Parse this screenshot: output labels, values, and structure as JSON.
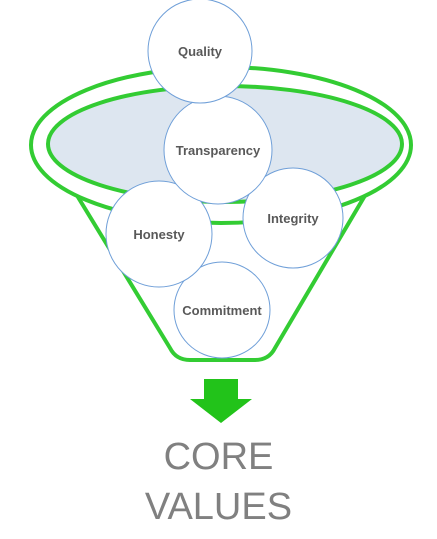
{
  "colors": {
    "funnel_stroke": "#33cc33",
    "funnel_fill": "#ffffff",
    "funnel_opening_fill": "#dde6f0",
    "circle_stroke": "#6f9fd8",
    "circle_fill": "#ffffff",
    "label_color": "#595959",
    "arrow_fill": "#22c31a",
    "result_text_color": "#808080"
  },
  "values": [
    {
      "id": "commitment",
      "label": "Commitment"
    },
    {
      "id": "honesty",
      "label": "Honesty"
    },
    {
      "id": "integrity",
      "label": "Integrity"
    },
    {
      "id": "transparency",
      "label": "Transparency"
    },
    {
      "id": "quality",
      "label": "Quality"
    }
  ],
  "result": {
    "line1": "CORE",
    "line2": "VALUES"
  }
}
